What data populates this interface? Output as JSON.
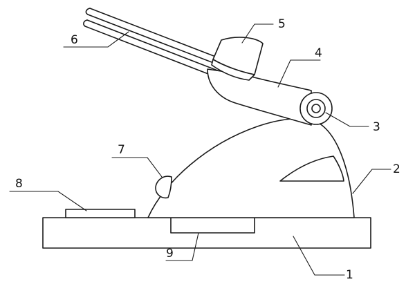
{
  "labels": {
    "part1": "1",
    "part2": "2",
    "part3": "3",
    "part4": "4",
    "part5": "5",
    "part6": "6",
    "part7": "7",
    "part8": "8",
    "part9": "9"
  }
}
